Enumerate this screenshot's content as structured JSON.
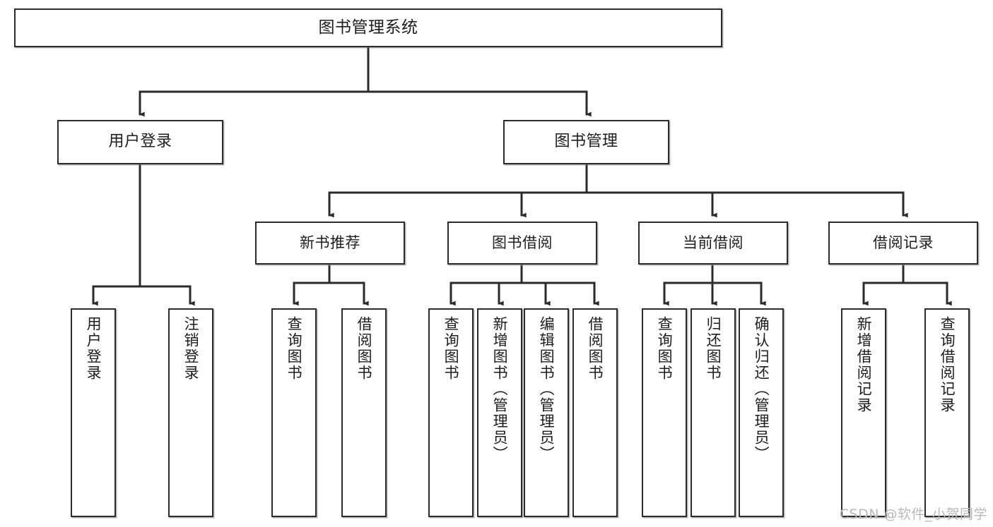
{
  "diagram": {
    "type": "tree-hierarchy",
    "title": "图书管理系统",
    "watermark": "CSDN @软件_小贺同学",
    "colors": {
      "box_border": "#2b2b2b",
      "box_fill": "#ffffff",
      "connector": "#2b2b2b",
      "watermark": "#b9b9b9"
    },
    "nodes": {
      "root": {
        "label": "图书管理系统"
      },
      "level1": [
        {
          "id": "user_login",
          "label": "用户登录"
        },
        {
          "id": "book_manage",
          "label": "图书管理"
        }
      ],
      "level2": [
        {
          "id": "new_book_rec",
          "label": "新书推荐"
        },
        {
          "id": "book_borrow",
          "label": "图书借阅"
        },
        {
          "id": "current_borrow",
          "label": "当前借阅"
        },
        {
          "id": "borrow_record",
          "label": "借阅记录"
        }
      ],
      "leaves": {
        "user_login": [
          {
            "id": "leaf_user_login",
            "label": "用户登录"
          },
          {
            "id": "leaf_logout",
            "label": "注销登录"
          }
        ],
        "new_book_rec": [
          {
            "id": "leaf_query_book_1",
            "label": "查询图书"
          },
          {
            "id": "leaf_borrow_book_1",
            "label": "借阅图书"
          }
        ],
        "book_borrow": [
          {
            "id": "leaf_query_book_2",
            "label": "查询图书"
          },
          {
            "id": "leaf_add_book",
            "label": "新增图书（管理员）"
          },
          {
            "id": "leaf_edit_book",
            "label": "编辑图书（管理员）"
          },
          {
            "id": "leaf_borrow_book_2",
            "label": "借阅图书"
          }
        ],
        "current_borrow": [
          {
            "id": "leaf_query_book_3",
            "label": "查询图书"
          },
          {
            "id": "leaf_return_book",
            "label": "归还图书"
          },
          {
            "id": "leaf_confirm_return",
            "label": "确认归还（管理员）"
          }
        ],
        "borrow_record": [
          {
            "id": "leaf_add_record",
            "label": "新增借阅记录"
          },
          {
            "id": "leaf_query_record",
            "label": "查询借阅记录"
          }
        ]
      }
    }
  }
}
